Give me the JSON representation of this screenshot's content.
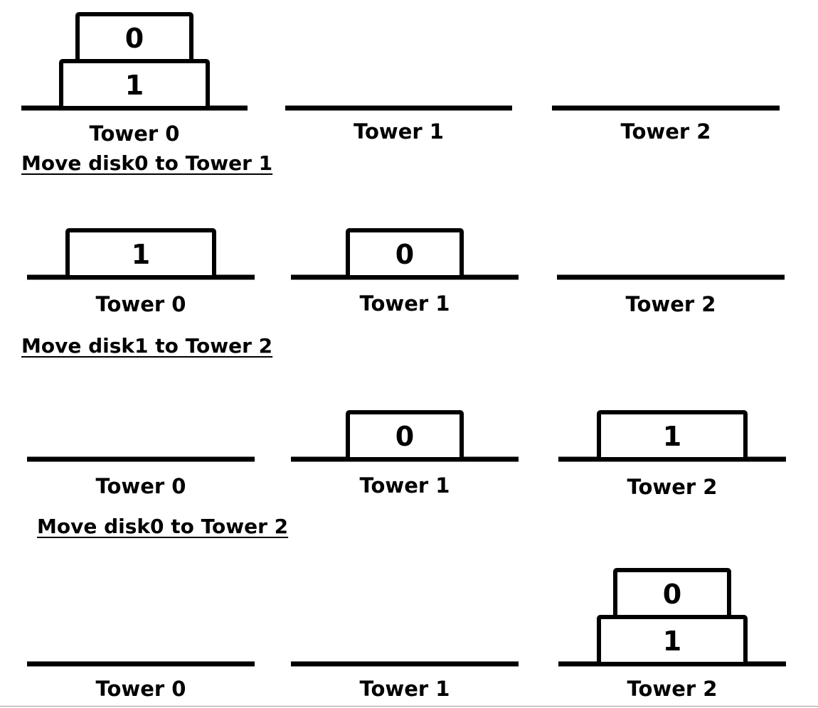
{
  "tower_labels": [
    "Tower 0",
    "Tower 1",
    "Tower 2"
  ],
  "states": [
    {
      "towers": [
        [
          "1",
          "0"
        ],
        [],
        []
      ]
    },
    {
      "towers": [
        [
          "1"
        ],
        [
          "0"
        ],
        []
      ]
    },
    {
      "towers": [
        [],
        [
          "0"
        ],
        [
          "1"
        ]
      ]
    },
    {
      "towers": [
        [],
        [],
        [
          "1",
          "0"
        ]
      ]
    }
  ],
  "moves": [
    "Move disk0 to Tower 1",
    "Move disk1 to Tower 2",
    "Move disk0 to Tower 2"
  ]
}
